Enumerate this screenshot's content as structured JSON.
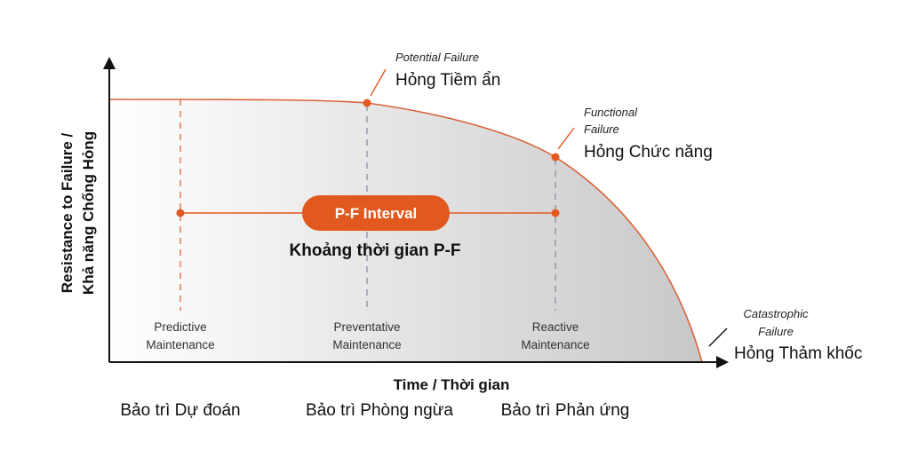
{
  "colors": {
    "accent": "#e2591f",
    "curve": "#d9643a",
    "axis": "#111111",
    "shade": "#cfcfcf",
    "guide_gray": "#7f8a9c"
  },
  "axes": {
    "y_title_en": "Resistance to Failure /",
    "y_title_vn": "Khả năng Chống Hỏng",
    "x_title": "Time / Thời gian"
  },
  "failures": {
    "potential": {
      "en": "Potential Failure",
      "vn": "Hỏng Tiềm ẩn"
    },
    "functional": {
      "en_line1": "Functional",
      "en_line2": "Failure",
      "vn": "Hỏng Chức năng"
    },
    "catastrophic": {
      "en_line1": "Catastrophic",
      "en_line2": "Failure",
      "vn": "Hỏng Thảm khốc"
    }
  },
  "interval": {
    "label": "P-F Interval",
    "vn": "Khoảng thời gian P-F"
  },
  "maintenance": {
    "predictive": {
      "line1": "Predictive",
      "line2": "Maintenance",
      "vn": "Bảo trì Dự đoán"
    },
    "preventative": {
      "line1": "Preventative",
      "line2": "Maintenance",
      "vn": "Bảo trì Phòng ngừa"
    },
    "reactive": {
      "line1": "Reactive",
      "line2": "Maintenance",
      "vn": "Bảo trì Phản ứng"
    }
  }
}
